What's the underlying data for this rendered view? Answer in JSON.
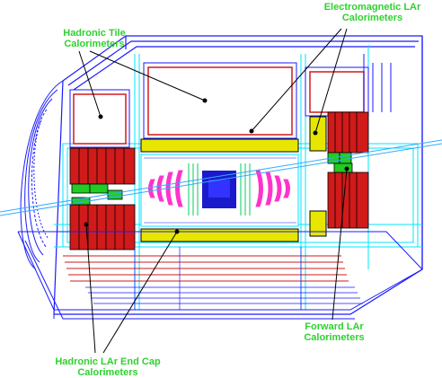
{
  "labels": {
    "hadronic_tile": [
      "Hadronic Tile",
      "Calorimeters"
    ],
    "em_lar": [
      "Electromagnetic LAr",
      "Calorimeters"
    ],
    "forward_lar": [
      "Forward LAr",
      "Calorimeters"
    ],
    "hadronic_endcap": [
      "Hadronic LAr End Cap",
      "Calorimeters"
    ]
  },
  "colors": {
    "label_text": "#2fd12f",
    "outline_blue": "#1a1aff",
    "cyan_lines": "#00e5ff",
    "hadronic_red": "#d11a1a",
    "em_yellow": "#e6e600",
    "forward_green": "#22cc22",
    "inner_magenta": "#ff33cc",
    "core_blue": "#1a1acc",
    "beam_line": "#33aaff"
  },
  "icons": {
    "pointer": "black-dot-marker"
  }
}
